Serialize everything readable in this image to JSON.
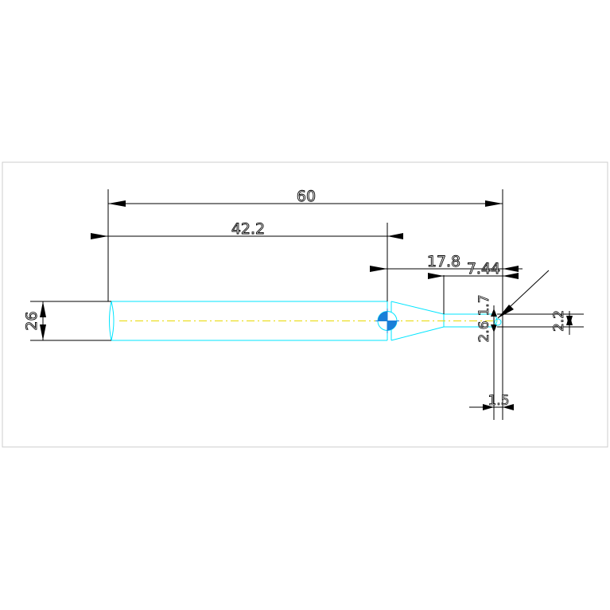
{
  "drawing": {
    "colors": {
      "background": "#ffffff",
      "frame": "#cccccc",
      "part_outline": "#00e5ff",
      "center_line": "#e8d800",
      "dimension": "#000000",
      "marker": "#1a7fd8"
    },
    "dimensions": {
      "overall_length": "60",
      "shank_length": "42.2",
      "taper_length": "17.8",
      "tip_length": "7.44",
      "shank_diameter": "26",
      "tip_height": "2.2",
      "tip_offset": "1.5",
      "tip_upper": "1.7",
      "tip_lower": "2.6"
    }
  }
}
